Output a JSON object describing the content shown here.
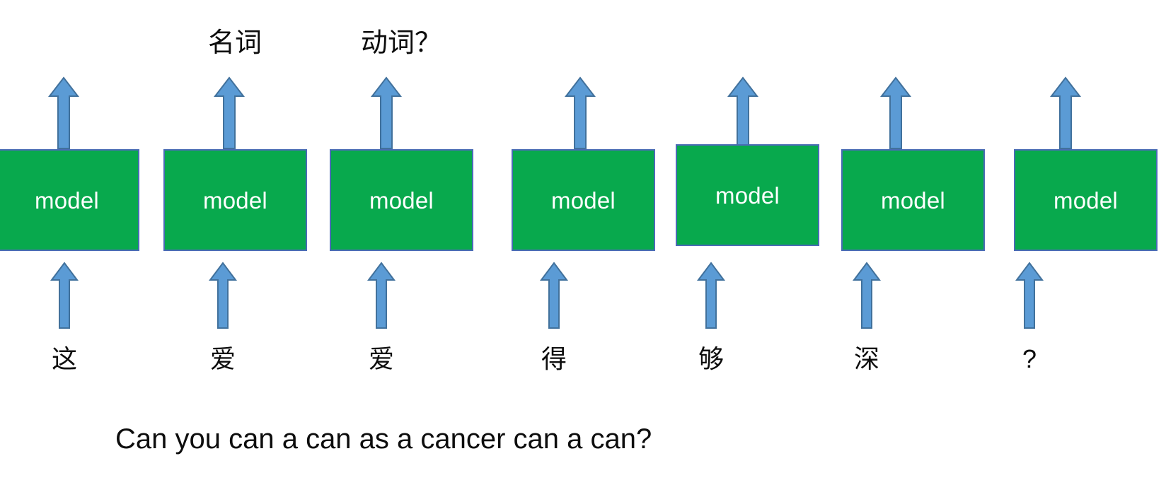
{
  "diagram": {
    "caption": "Can you can a can as a cancer can a can?",
    "box_label": "model",
    "colors": {
      "box_fill": "#08a94d",
      "box_border": "#4a6bb5",
      "arrow_fill": "#5b9bd5",
      "arrow_border": "#41719c",
      "text": "#0d0d0d",
      "box_text": "#ffffff",
      "background": "#ffffff"
    },
    "columns": [
      {
        "index": 1,
        "token": "这",
        "output_label": "",
        "box_label": "model",
        "has_up_arrow": true,
        "has_in_arrow": true
      },
      {
        "index": 2,
        "token": "爱",
        "output_label": "名词",
        "box_label": "model",
        "has_up_arrow": true,
        "has_in_arrow": true
      },
      {
        "index": 3,
        "token": "爱",
        "output_label": "动词？",
        "box_label": "model",
        "has_up_arrow": true,
        "has_in_arrow": true
      },
      {
        "index": 4,
        "token": "得",
        "output_label": "",
        "box_label": "model",
        "has_up_arrow": true,
        "has_in_arrow": true
      },
      {
        "index": 5,
        "token": "够",
        "output_label": "",
        "box_label": "model",
        "has_up_arrow": true,
        "has_in_arrow": true
      },
      {
        "index": 6,
        "token": "深",
        "output_label": "",
        "box_label": "model",
        "has_up_arrow": true,
        "has_in_arrow": true
      },
      {
        "index": 7,
        "token": "?",
        "output_label": "",
        "box_label": "model",
        "has_up_arrow": true,
        "has_in_arrow": true
      }
    ]
  }
}
